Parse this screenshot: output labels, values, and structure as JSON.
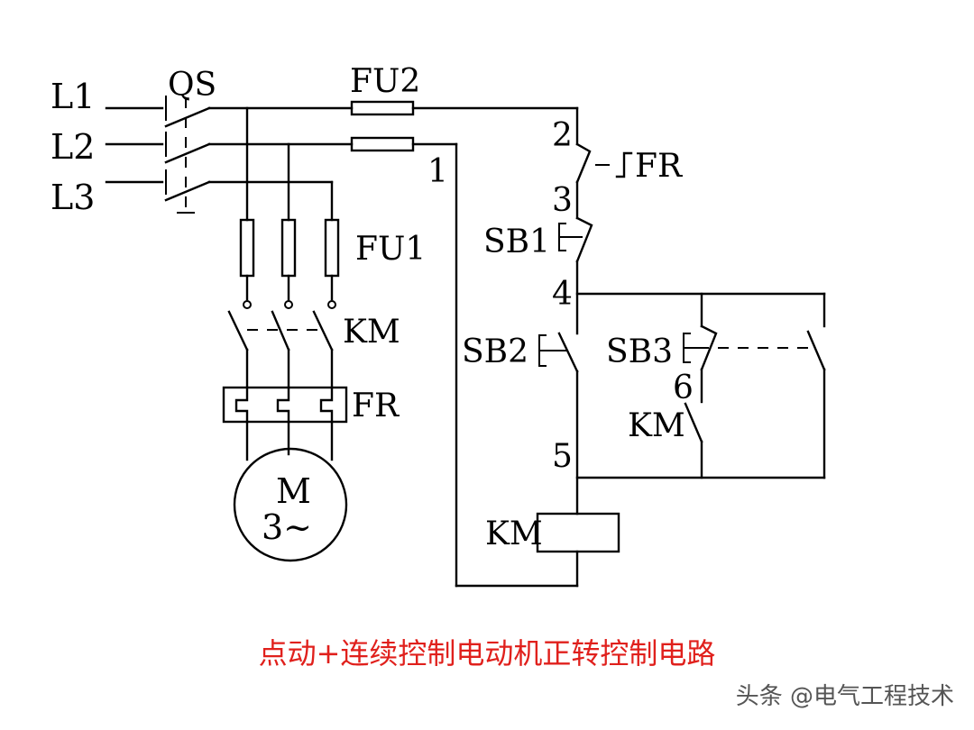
{
  "diagram": {
    "phase_labels": [
      "L1",
      "L2",
      "L3"
    ],
    "main_switch": "QS",
    "control_fuse": "FU2",
    "main_fuse": "FU1",
    "contactor_main": "KM",
    "overload_relay": "FR",
    "motor_symbol": "M",
    "motor_phase": "3~",
    "control_overload_contact": "FR",
    "stop_button": "SB1",
    "start_button": "SB2",
    "jog_button": "SB3",
    "holding_contact": "KM",
    "coil": "KM",
    "nodes": [
      "1",
      "2",
      "3",
      "4",
      "5",
      "6"
    ]
  },
  "caption": "点动+连续控制电动机正转控制电路",
  "watermark": "头条 @电气工程技术"
}
